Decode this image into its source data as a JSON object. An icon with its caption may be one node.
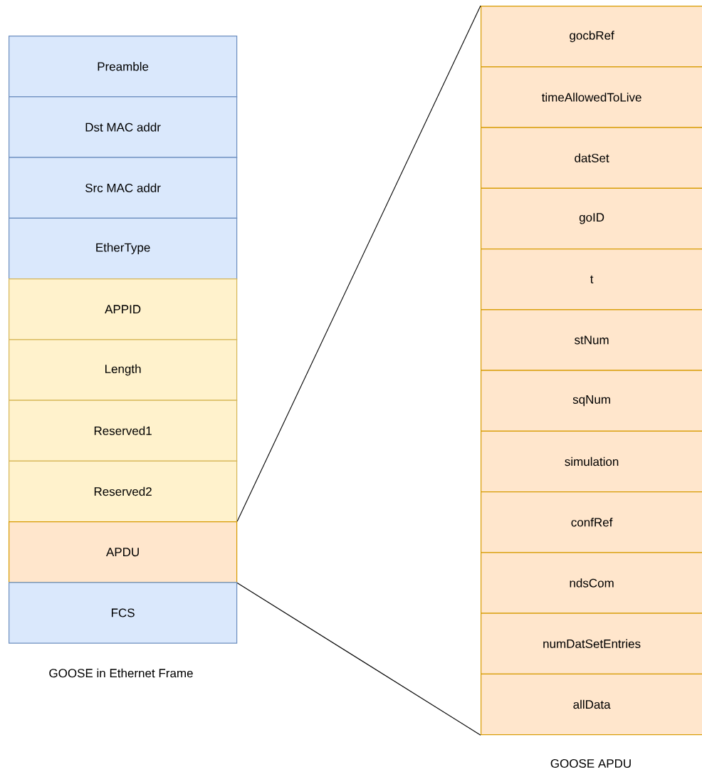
{
  "diagram": {
    "nodes": [
      {
        "text": [
          "Preamble"
        ]
      },
      {
        "text": [
          "Dst MAC addr"
        ]
      },
      {
        "text": [
          "Src MAC addr"
        ]
      },
      {
        "text": [
          "EtherType"
        ]
      },
      {
        "text": [
          "APPID"
        ]
      },
      {
        "text": [
          "Length"
        ]
      },
      {
        "text": [
          "Reserved1"
        ]
      },
      {
        "text": [
          "Reserved2"
        ]
      },
      {
        "text": [
          "APDU"
        ]
      },
      {
        "text": [
          "FCS"
        ]
      },
      {
        "text": [
          "gocbRef"
        ]
      },
      {
        "text": [
          "timeAllowedToLive"
        ]
      },
      {
        "text": [
          "datSet"
        ]
      },
      {
        "text": [
          "goID"
        ]
      },
      {
        "text": [
          "t"
        ]
      },
      {
        "text": [
          "stNum"
        ]
      },
      {
        "text": [
          "sqNum"
        ]
      },
      {
        "text": [
          "simulation"
        ]
      },
      {
        "text": [
          "confRef"
        ]
      },
      {
        "text": [
          "ndsCom"
        ]
      },
      {
        "text": [
          "numDatSetEntries"
        ]
      },
      {
        "text": [
          "allData"
        ]
      }
    ],
    "edges": [
      {
        "from": 8,
        "to": 10,
        "arrow": "none"
      },
      {
        "from": 8,
        "to": 21,
        "arrow": "none"
      }
    ],
    "labels": [
      "GOOSE in Ethernet Frame",
      "GOOSE APDU"
    ]
  }
}
